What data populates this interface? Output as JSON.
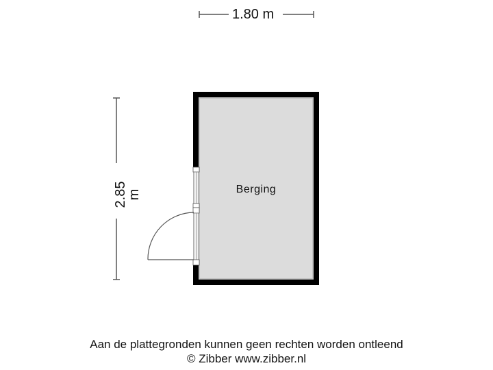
{
  "floorplan": {
    "dimensions": {
      "width": "1.80 m",
      "height": "2.85 m"
    },
    "rooms": [
      {
        "name": "Berging"
      }
    ],
    "colors": {
      "wall": "#000000",
      "floor": "#dcdcdc",
      "dimension_line": "#555555",
      "background": "#ffffff"
    }
  },
  "footer": {
    "disclaimer": "Aan de plattegronden kunnen geen rechten worden ontleend",
    "copyright": "© Zibber www.zibber.nl"
  }
}
